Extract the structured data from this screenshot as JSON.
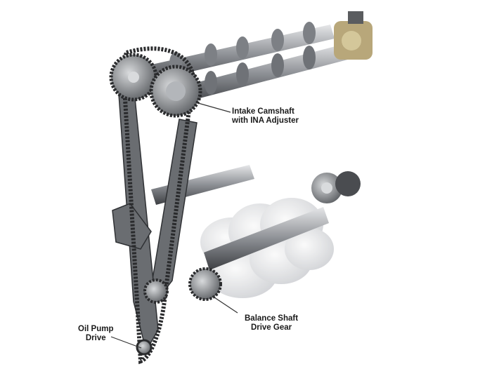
{
  "labels": {
    "intake_camshaft": {
      "line1": "Intake Camshaft",
      "line2": "with INA Adjuster"
    },
    "balance_shaft": {
      "line1": "Balance Shaft",
      "line2": "Drive Gear"
    },
    "oil_pump": {
      "line1": "Oil Pump",
      "line2": "Drive"
    }
  },
  "colors": {
    "metal": "#8a8d91",
    "dark": "#3a3c3f",
    "light": "#d8dadc",
    "brass": "#b8a77a"
  }
}
